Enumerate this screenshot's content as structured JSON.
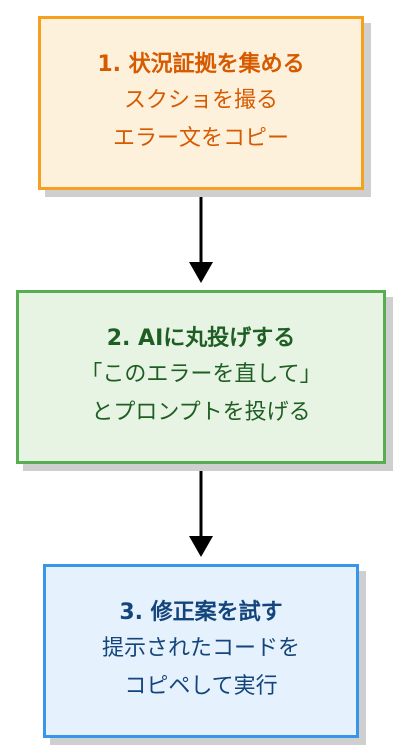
{
  "steps": [
    {
      "title": "1. 状況証拠を集める",
      "lines": [
        "スクショを撮る",
        "エラー文をコピー"
      ],
      "colors": {
        "fill": "#fdf1dc",
        "border": "#f5a01e",
        "text": "#d65a00"
      }
    },
    {
      "title": "2. AIに丸投げする",
      "lines": [
        "「このエラーを直して」",
        "とプロンプトを投げる"
      ],
      "colors": {
        "fill": "#e7f4e4",
        "border": "#57ad51",
        "text": "#1f5e23"
      }
    },
    {
      "title": "3. 修正案を試す",
      "lines": [
        "提示されたコードを",
        "コピペして実行"
      ],
      "colors": {
        "fill": "#e5f1fc",
        "border": "#3895e8",
        "text": "#13457c"
      }
    }
  ]
}
